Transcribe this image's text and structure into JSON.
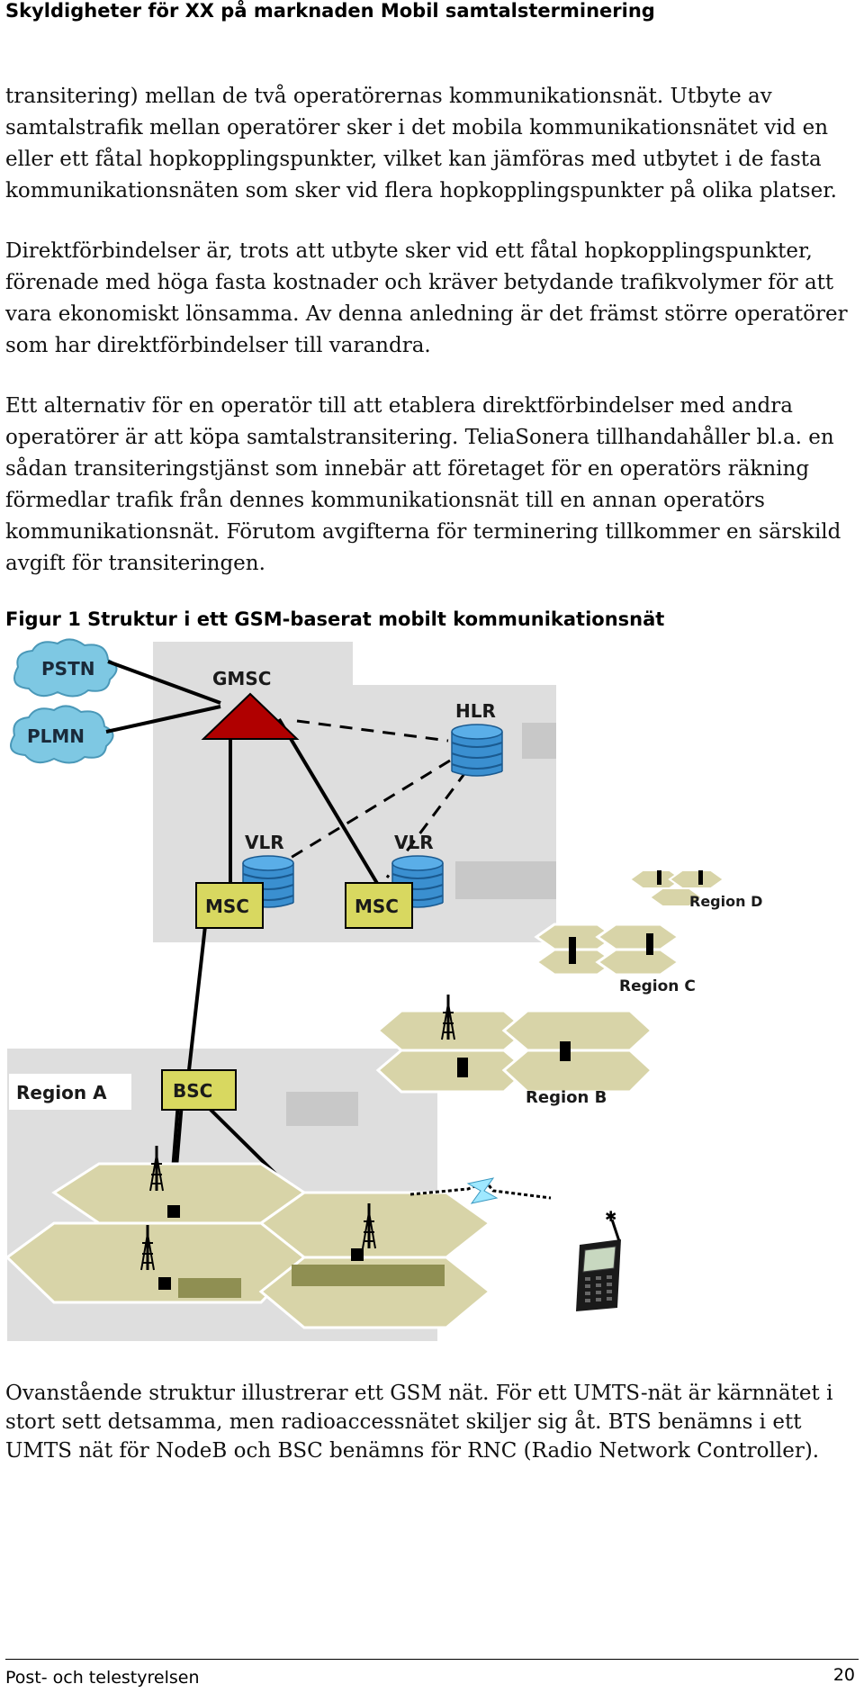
{
  "header": {
    "title": "Skyldigheter för XX på marknaden Mobil samtalsterminering"
  },
  "body": {
    "paragraphs": [
      "transitering) mellan de två operatörernas kommunikationsnät. Utbyte av samtalstrafik mellan operatörer sker i det mobila kommunikationsnätet vid en eller ett fåtal hopkopplingspunkter, vilket kan jämföras med utbytet i de fasta kommunikationsnäten som sker vid flera hopkopplingspunkter på olika platser.",
      "Direktförbindelser är, trots att utbyte sker vid ett fåtal hopkopplingspunkter, förenade med höga fasta kostnader och kräver betydande trafikvolymer för att vara ekonomiskt lönsamma. Av denna anledning är det främst större operatörer som har direktförbindelser till varandra.",
      "Ett alternativ för en operatör till att etablera direktförbindelser med andra operatörer är att köpa samtalstransitering. TeliaSonera tillhandahåller bl.a. en sådan transiteringstjänst som innebär att företaget för en operatörs räkning förmedlar trafik från dennes kommunikationsnät till en annan operatörs kommunikationsnät. Förutom avgifterna för terminering tillkommer en särskild avgift för transiteringen.",
      "Ovanstående struktur illustrerar ett GSM nät. För ett UMTS-nät är kärnnätet i stort sett detsamma, men radioaccessnätet skiljer sig åt. BTS benämns i ett UMTS nät för NodeB och BSC benämns för RNC (Radio Network Controller)."
    ]
  },
  "figure": {
    "caption": "Figur 1 Struktur i ett GSM-baserat mobilt kommunikationsnät",
    "labels": {
      "pstn": "PSTN",
      "plmn": "PLMN",
      "gmsc": "GMSC",
      "hlr": "HLR",
      "vlr1": "VLR",
      "vlr2": "VLR",
      "msc1": "MSC",
      "msc2": "MSC",
      "bsc": "BSC",
      "region_a": "Region A",
      "region_b": "Region B",
      "region_c": "Region C",
      "region_d": "Region D"
    },
    "colors": {
      "cloud": "#7ec8e3",
      "gmsc": "#b00000",
      "database": "#3a8fd0",
      "node_box": "#d8d860",
      "hexagon": "#d8d4a8",
      "background_panel": "#dedede"
    }
  },
  "footer": {
    "org": "Post- och telestyrelsen",
    "page": "20"
  }
}
